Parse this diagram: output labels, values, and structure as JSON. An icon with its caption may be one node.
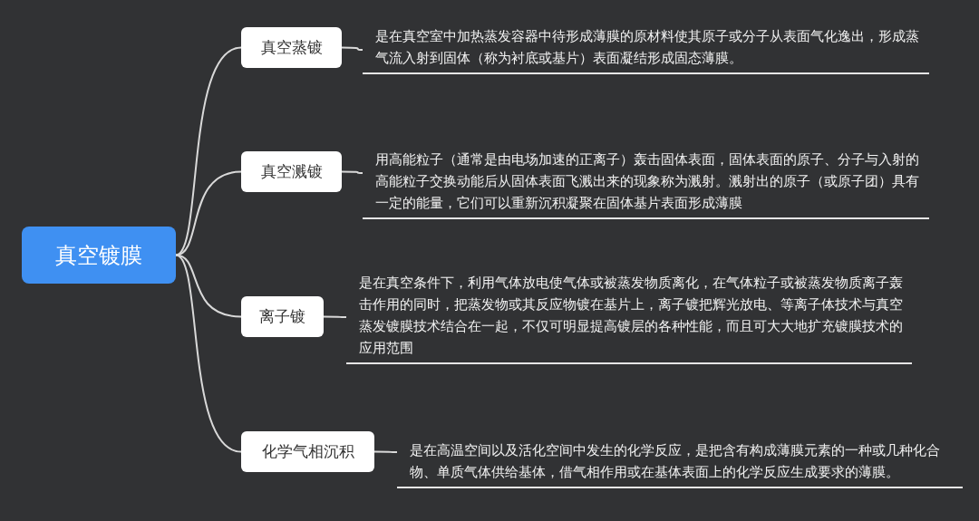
{
  "diagram": {
    "nodes": [
      {
        "text": [
          "真空镀膜"
        ]
      },
      {
        "text": [
          "真空蒸镀"
        ]
      },
      {
        "text": [
          "真空溅镀"
        ]
      },
      {
        "text": [
          "离子镀"
        ]
      },
      {
        "text": [
          "化学气相沉积"
        ]
      },
      {
        "text": [
          "是在真空室中加热蒸发容器中待形成薄膜的原材料使其原子或分子从表面气化逸出，形成蒸气流入射到固体（称为衬底或基片）表面凝结形成固态薄膜。"
        ]
      },
      {
        "text": [
          "用高能粒子（通常是由电场加速的正离子）轰击固体表面，固体表面的原子、分子与入射的高能粒子交换动能后从固体表面飞溅出来的现象称为溅射。溅射出的原子（或原子团）具有一定的能量，它们可以重新沉积凝聚在固体基片表面形成薄膜"
        ]
      },
      {
        "text": [
          "是在真空条件下，利用气体放电使气体或被蒸发物质离化，在气体粒子或被蒸发物质离子轰击作用的同时，把蒸发物或其反应物镀在基片上，离子镀把辉光放电、等离子体技术与真空蒸发镀膜技术结合在一起，不仅可明显提高镀层的各种性能，而且可大大地扩充镀膜技术的应用范围"
        ]
      },
      {
        "text": [
          "是在高温空间以及活化空间中发生的化学反应，是把含有构成薄膜元素的一种或几种化合物、单质气体供给基体，借气相作用或在基体表面上的化学反应生成要求的薄膜。"
        ]
      }
    ],
    "edges": [
      {
        "from": 0,
        "to": 1,
        "arrow": "none"
      },
      {
        "from": 0,
        "to": 2,
        "arrow": "none"
      },
      {
        "from": 0,
        "to": 3,
        "arrow": "none"
      },
      {
        "from": 0,
        "to": 4,
        "arrow": "none"
      },
      {
        "from": 1,
        "to": 5,
        "arrow": "none"
      },
      {
        "from": 2,
        "to": 6,
        "arrow": "none"
      },
      {
        "from": 3,
        "to": 7,
        "arrow": "none"
      },
      {
        "from": 4,
        "to": 8,
        "arrow": "none"
      }
    ]
  }
}
